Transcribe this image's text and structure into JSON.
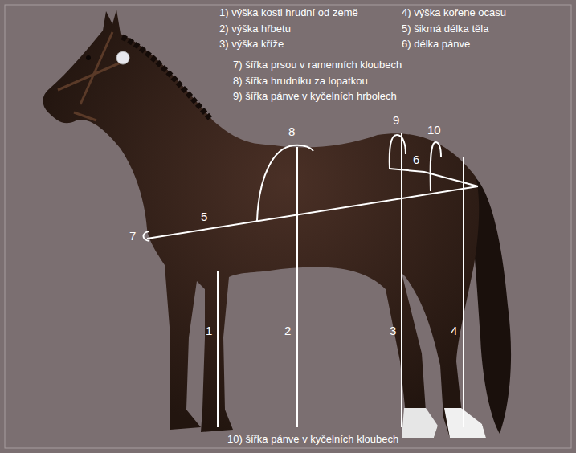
{
  "diagram": {
    "labels": [
      "1) výška kosti hrudní od země",
      "2) výška hřbetu",
      "3) výška kříže",
      "4) výška kořene ocasu",
      "5) šikmá délka těla",
      "6) délka pánve",
      "7) šířka prsou v ramenních kloubech",
      "8) šířka hrudníku za lopatkou",
      "9) šířka pánve v kyčelních hrbolech",
      "8",
      "9",
      "10",
      "6",
      "7",
      "5",
      "1",
      "2",
      "3",
      "4",
      "10) šířka pánve v kyčelních kloubech"
    ]
  }
}
